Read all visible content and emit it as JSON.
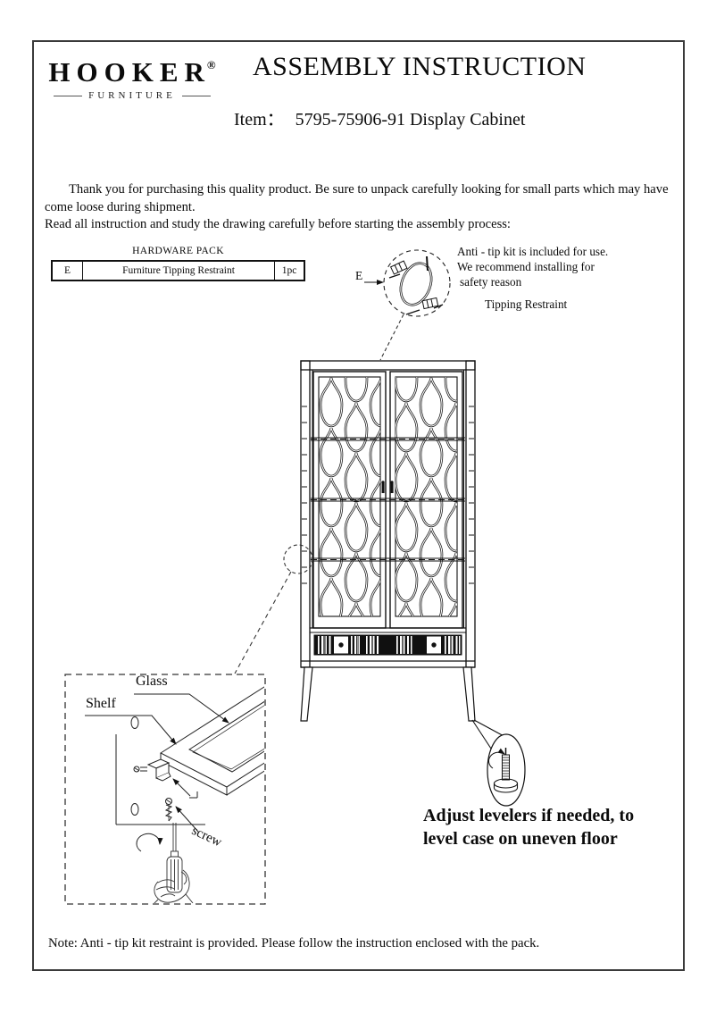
{
  "colors": {
    "ink": "#111111",
    "frame": "#3a3a3a"
  },
  "page": {
    "brand": {
      "name": "HOOKER",
      "reg": "®",
      "sub": "FURNITURE"
    },
    "title": "ASSEMBLY INSTRUCTION",
    "item_label": "Item：",
    "item_value": "5795-75906-91 Display Cabinet",
    "intro": {
      "line1": "Thank you for purchasing this quality product. Be sure to unpack carefully looking for small parts which may have",
      "line2": "come loose during shipment.",
      "line3": "Read all instruction and study the drawing carefully before starting the assembly process:"
    },
    "hardware": {
      "title": "HARDWARE PACK",
      "rows": [
        {
          "id": "E",
          "name": "Furniture Tipping Restraint",
          "qty": "1pc"
        }
      ]
    },
    "antitip": {
      "callout_label": "E",
      "line1": "Anti - tip kit is included for use.",
      "line2": "We recommend installing for",
      "line3": "safety reason",
      "caption": "Tipping Restraint"
    },
    "inset": {
      "glass": "Glass",
      "shelf": "Shelf",
      "screw": "screw"
    },
    "leveler": {
      "line1": "Adjust levelers if needed, to",
      "line2": "level case on uneven floor"
    },
    "footer_note": "Note: Anti - tip kit restraint is provided. Please follow the instruction enclosed with the pack."
  }
}
